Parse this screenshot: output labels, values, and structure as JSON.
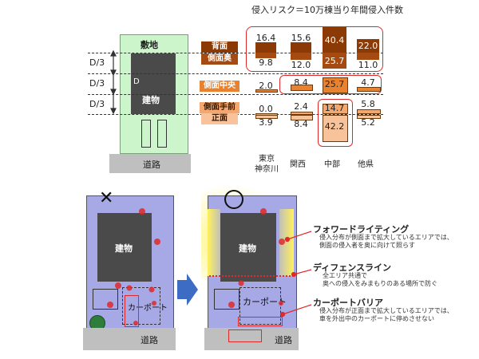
{
  "chart_header": "侵入リスク＝10万棟当り年間侵入件数",
  "site_diagram": {
    "lot_label": "敷地",
    "building_label": "建物",
    "d_label": "D",
    "d3_labels": [
      "D/3",
      "D/3",
      "D/3"
    ],
    "road_label": "道路"
  },
  "categories": [
    {
      "name": "背面",
      "color": "#8b3a06"
    },
    {
      "name": "側面奥",
      "color": "#a54a10"
    },
    {
      "name": "側面中央",
      "color": "#e8822e"
    },
    {
      "name": "側面手前",
      "color": "#f4a870"
    },
    {
      "name": "正面",
      "color": "#f8c29a"
    }
  ],
  "regions": [
    "東京\n神奈川",
    "関西",
    "中部",
    "他県"
  ],
  "chart_data": {
    "type": "bar",
    "categories": [
      "東京 神奈川",
      "関西",
      "中部",
      "他県"
    ],
    "series": [
      {
        "name": "背面",
        "values": [
          16.4,
          15.6,
          40.4,
          22.0
        ]
      },
      {
        "name": "側面奥",
        "values": [
          9.8,
          12.0,
          25.7,
          11.0
        ]
      },
      {
        "name": "側面中央",
        "values": [
          2.0,
          8.4,
          25.7,
          4.7
        ]
      },
      {
        "name": "側面手前",
        "values": [
          0.0,
          2.4,
          14.7,
          5.8
        ]
      },
      {
        "name": "正面",
        "values": [
          3.9,
          8.4,
          42.2,
          5.2
        ]
      }
    ],
    "value_labels": {
      "背面": [
        "16.4",
        "15.6",
        "40.4",
        "22.0"
      ],
      "側面奥": [
        "9.8",
        "12.0",
        "25.7",
        "11.0"
      ],
      "側面中央": [
        "2.0",
        "8.4",
        "25.7",
        "4.7"
      ],
      "側面手前": [
        "0.0",
        "2.4",
        "14.7",
        "5.8"
      ],
      "正面": [
        "3.9",
        "8.4",
        "42.2",
        "5.2"
      ]
    }
  },
  "before_after": {
    "bad_mark": "✕",
    "good_mark": "○",
    "building_label": "建物",
    "carport_label": "カーポート",
    "road_label": "道路"
  },
  "annotations": [
    {
      "title": "フォワードライティング",
      "body": [
        "侵入分布が側面まで拡大しているエリアでは、",
        "側面の侵入者を奥に向けて照らす"
      ]
    },
    {
      "title": "ディフェンスライン",
      "body": [
        "全エリア共通で",
        "奥への侵入をみまもりのある場所で防ぐ"
      ]
    },
    {
      "title": "カーポートバリア",
      "body": [
        "侵入分布が正面まで拡大しているエリアでは、",
        "車を外出中のカーポートに停めさせない"
      ]
    }
  ],
  "colors": {
    "lot_green": "#ccf5cc",
    "lot_purple": "#a7a8e6",
    "building_gray": "#4a4a4a",
    "road_gray": "#bfbfbf",
    "highlight_red": "#e02a2a",
    "arrow_blue": "#3d6cc4",
    "light_yellow": "#fff25a"
  }
}
